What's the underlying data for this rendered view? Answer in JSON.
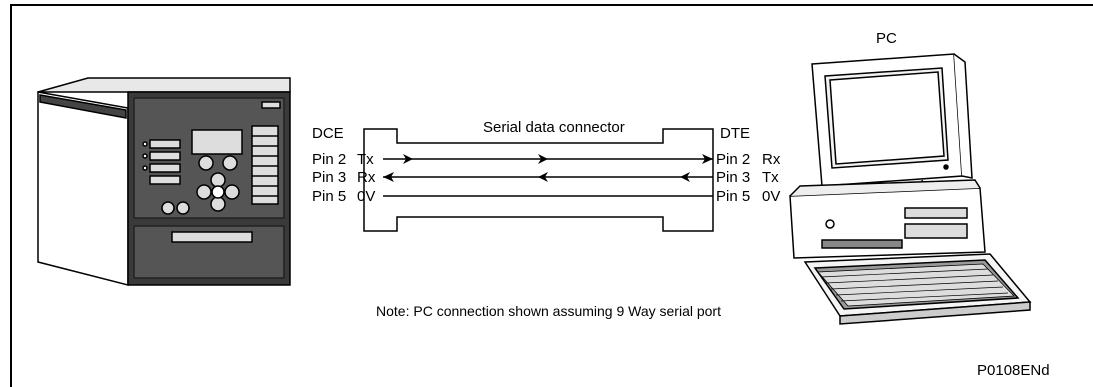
{
  "relay": {
    "side_label": "DCE"
  },
  "pc": {
    "label": "PC",
    "side_label": "DTE"
  },
  "connector": {
    "label": "Serial data connector"
  },
  "left_pins": [
    {
      "pin": "Pin 2",
      "signal": "Tx"
    },
    {
      "pin": "Pin 3",
      "signal": "Rx"
    },
    {
      "pin": "Pin 5",
      "signal": "0V"
    }
  ],
  "right_pins": [
    {
      "pin": "Pin 2",
      "signal": "Rx"
    },
    {
      "pin": "Pin 3",
      "signal": "Tx"
    },
    {
      "pin": "Pin 5",
      "signal": "0V"
    }
  ],
  "note": "Note: PC connection shown assuming 9 Way serial port",
  "figure_code": "P0108ENd"
}
